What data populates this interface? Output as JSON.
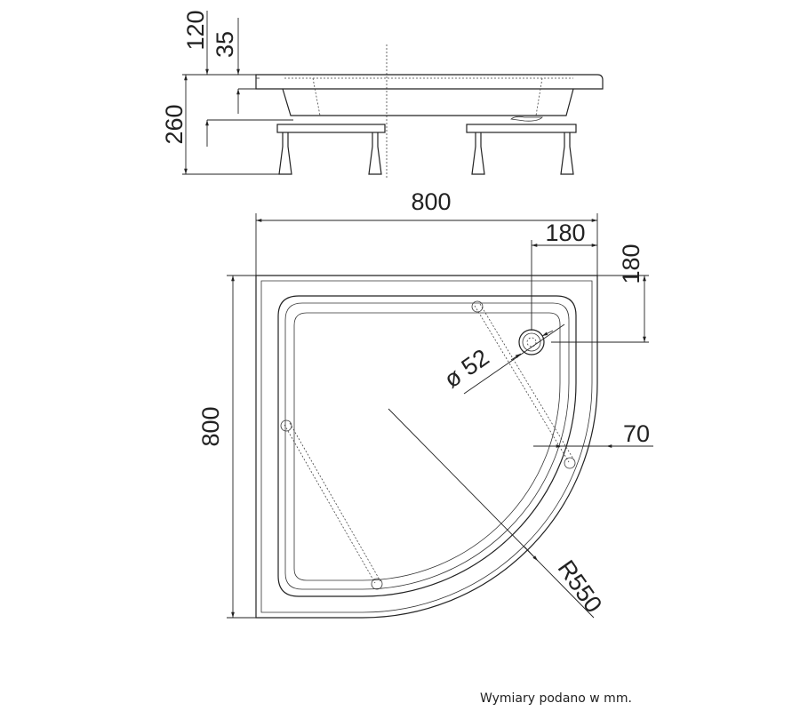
{
  "dimensions": {
    "height_total": "260",
    "height_tray": "120",
    "rim_height": "35",
    "width_top": "800",
    "depth_left": "800",
    "drain_offset_x": "180",
    "drain_offset_y": "180",
    "drain_diameter": "ø 52",
    "rim_width": "70",
    "radius": "R550"
  },
  "note": "Wymiary podano w mm."
}
